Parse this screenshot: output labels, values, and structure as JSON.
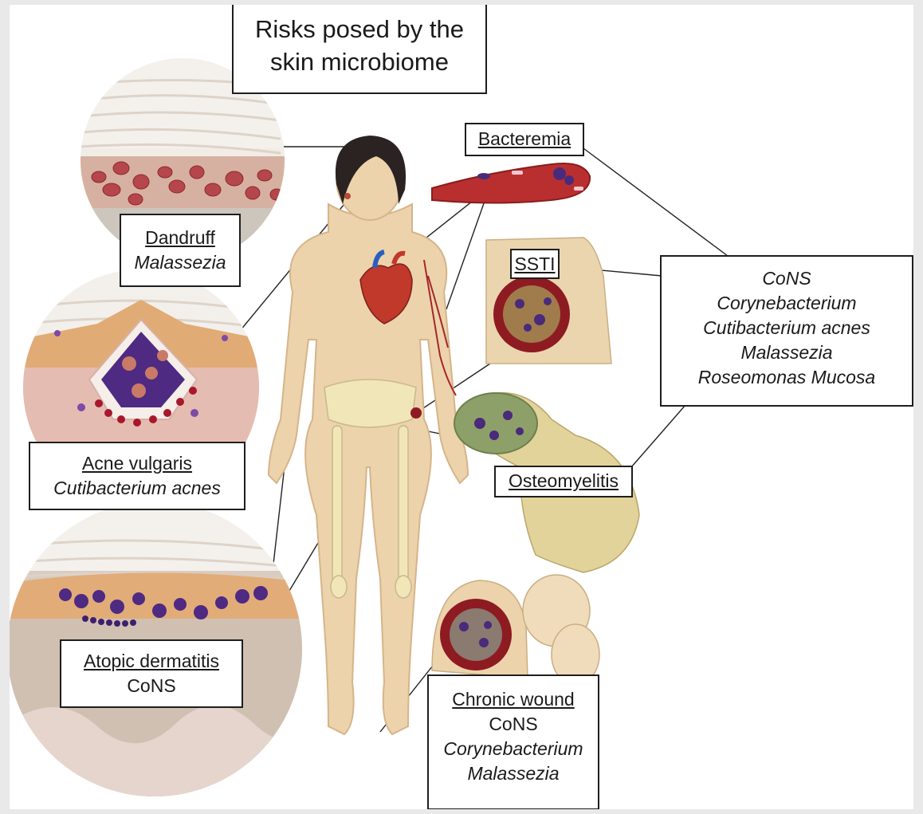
{
  "title": [
    "Risks posed by the",
    "skin microbiome"
  ],
  "conditions": {
    "dandruff": {
      "name": "Dandruff",
      "organism": "Malassezia"
    },
    "acne": {
      "name": "Acne vulgaris",
      "organism": "Cutibacterium acnes"
    },
    "atopic": {
      "name": "Atopic dermatitis",
      "organism": "CoNS"
    },
    "bacteremia": {
      "name": "Bacteremia"
    },
    "ssti": {
      "name": "SSTI"
    },
    "osteomyelitis": {
      "name": "Osteomyelitis"
    },
    "chronic": {
      "name": "Chronic wound",
      "organisms": [
        "CoNS",
        "Corynebacterium",
        "Malassezia"
      ]
    }
  },
  "organism_list": [
    "CoNS",
    "Corynebacterium",
    "Cutibacterium acnes",
    "Malassezia",
    "Roseomonas Mucosa"
  ],
  "colors": {
    "skin": "#ecd3ac",
    "blood": "#b92f2f",
    "bacteria": "#4a2a7a",
    "box_border": "#1e1e1e"
  }
}
